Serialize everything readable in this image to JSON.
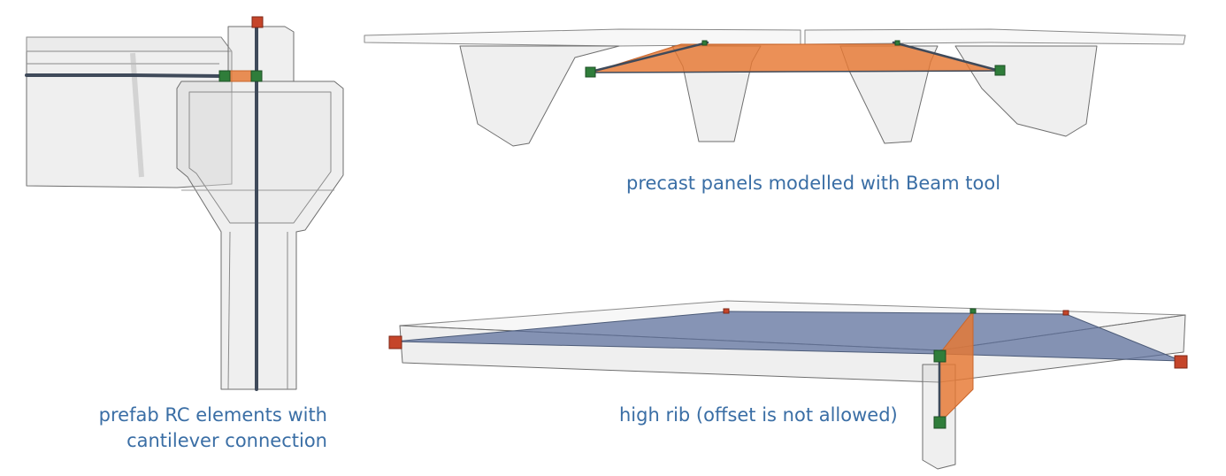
{
  "captions": {
    "left_line1": "prefab RC elements with",
    "left_line2": "cantilever connection",
    "top": "precast panels modelled with Beam tool",
    "bottom": "high rib (offset is not allowed)"
  },
  "colors": {
    "caption": "#3a6ea5",
    "panel_orange": "#e6782f",
    "plane_blue": "#5a6e9b",
    "node_green": "#2f7d3a",
    "node_red": "#c5452a",
    "axis": "#3f4a5a"
  }
}
